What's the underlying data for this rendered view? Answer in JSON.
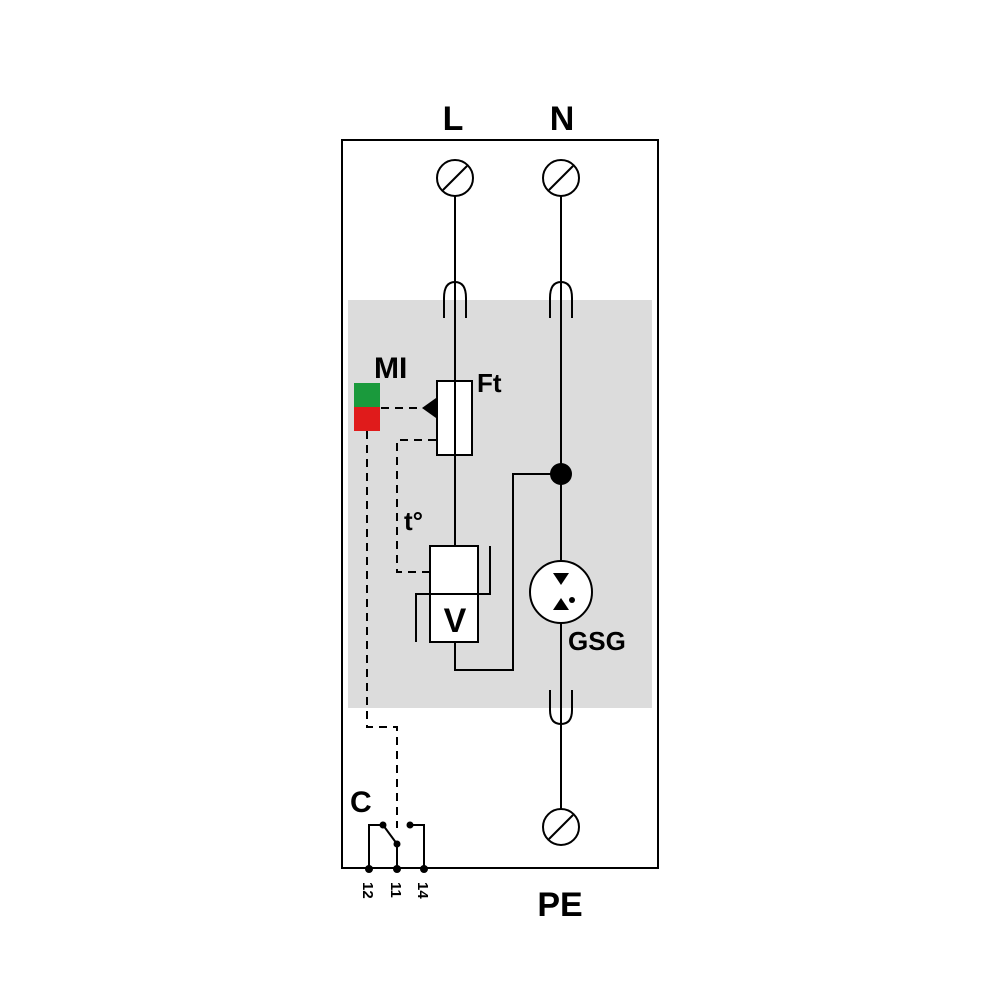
{
  "labels": {
    "line": "L",
    "neutral": "N",
    "protective_earth": "PE",
    "monitoring_indicator": "MI",
    "thermal_fuse": "Ft",
    "thermal_trip": "t°",
    "varistor": "V",
    "gas_spark_gap": "GSG",
    "contact": "C",
    "terminal_12": "12",
    "terminal_11": "11",
    "terminal_14": "14"
  },
  "colors": {
    "indicator_ok": "#1a9a3c",
    "indicator_fault": "#e01b1b",
    "module_fill": "#dcdcdc",
    "line": "#000000"
  },
  "icons": [
    "screw-terminal-icon",
    "plug-contact-icon",
    "varistor-icon",
    "gas-spark-gap-icon",
    "switch-contact-icon"
  ]
}
